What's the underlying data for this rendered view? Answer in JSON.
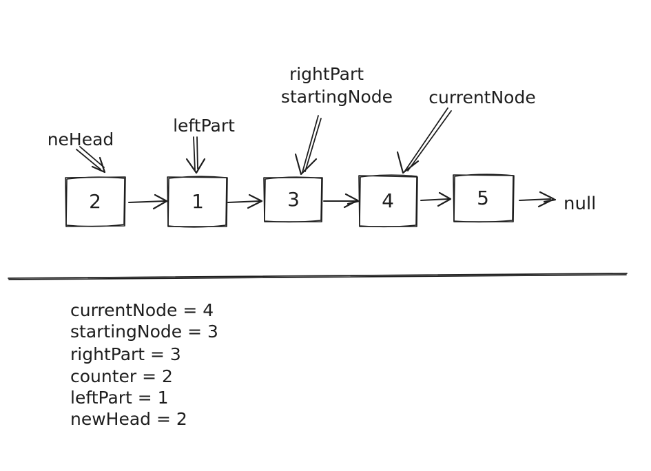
{
  "diagram": {
    "pointer_labels": {
      "new_head": "neHead",
      "left_part": "leftPart",
      "right_part": "rightPart",
      "starting_node": "startingNode",
      "current_node": "currentNode"
    },
    "nodes": [
      {
        "value": "2"
      },
      {
        "value": "1"
      },
      {
        "value": "3"
      },
      {
        "value": "4"
      },
      {
        "value": "5"
      }
    ],
    "list_terminator": "null"
  },
  "variables": {
    "lines": [
      "currentNode = 4",
      "startingNode = 3",
      "rightPart = 3",
      "counter = 2",
      "leftPart = 1",
      "newHead = 2"
    ]
  },
  "colors": {
    "ink": "#1e1e1e",
    "background": "#ffffff"
  }
}
